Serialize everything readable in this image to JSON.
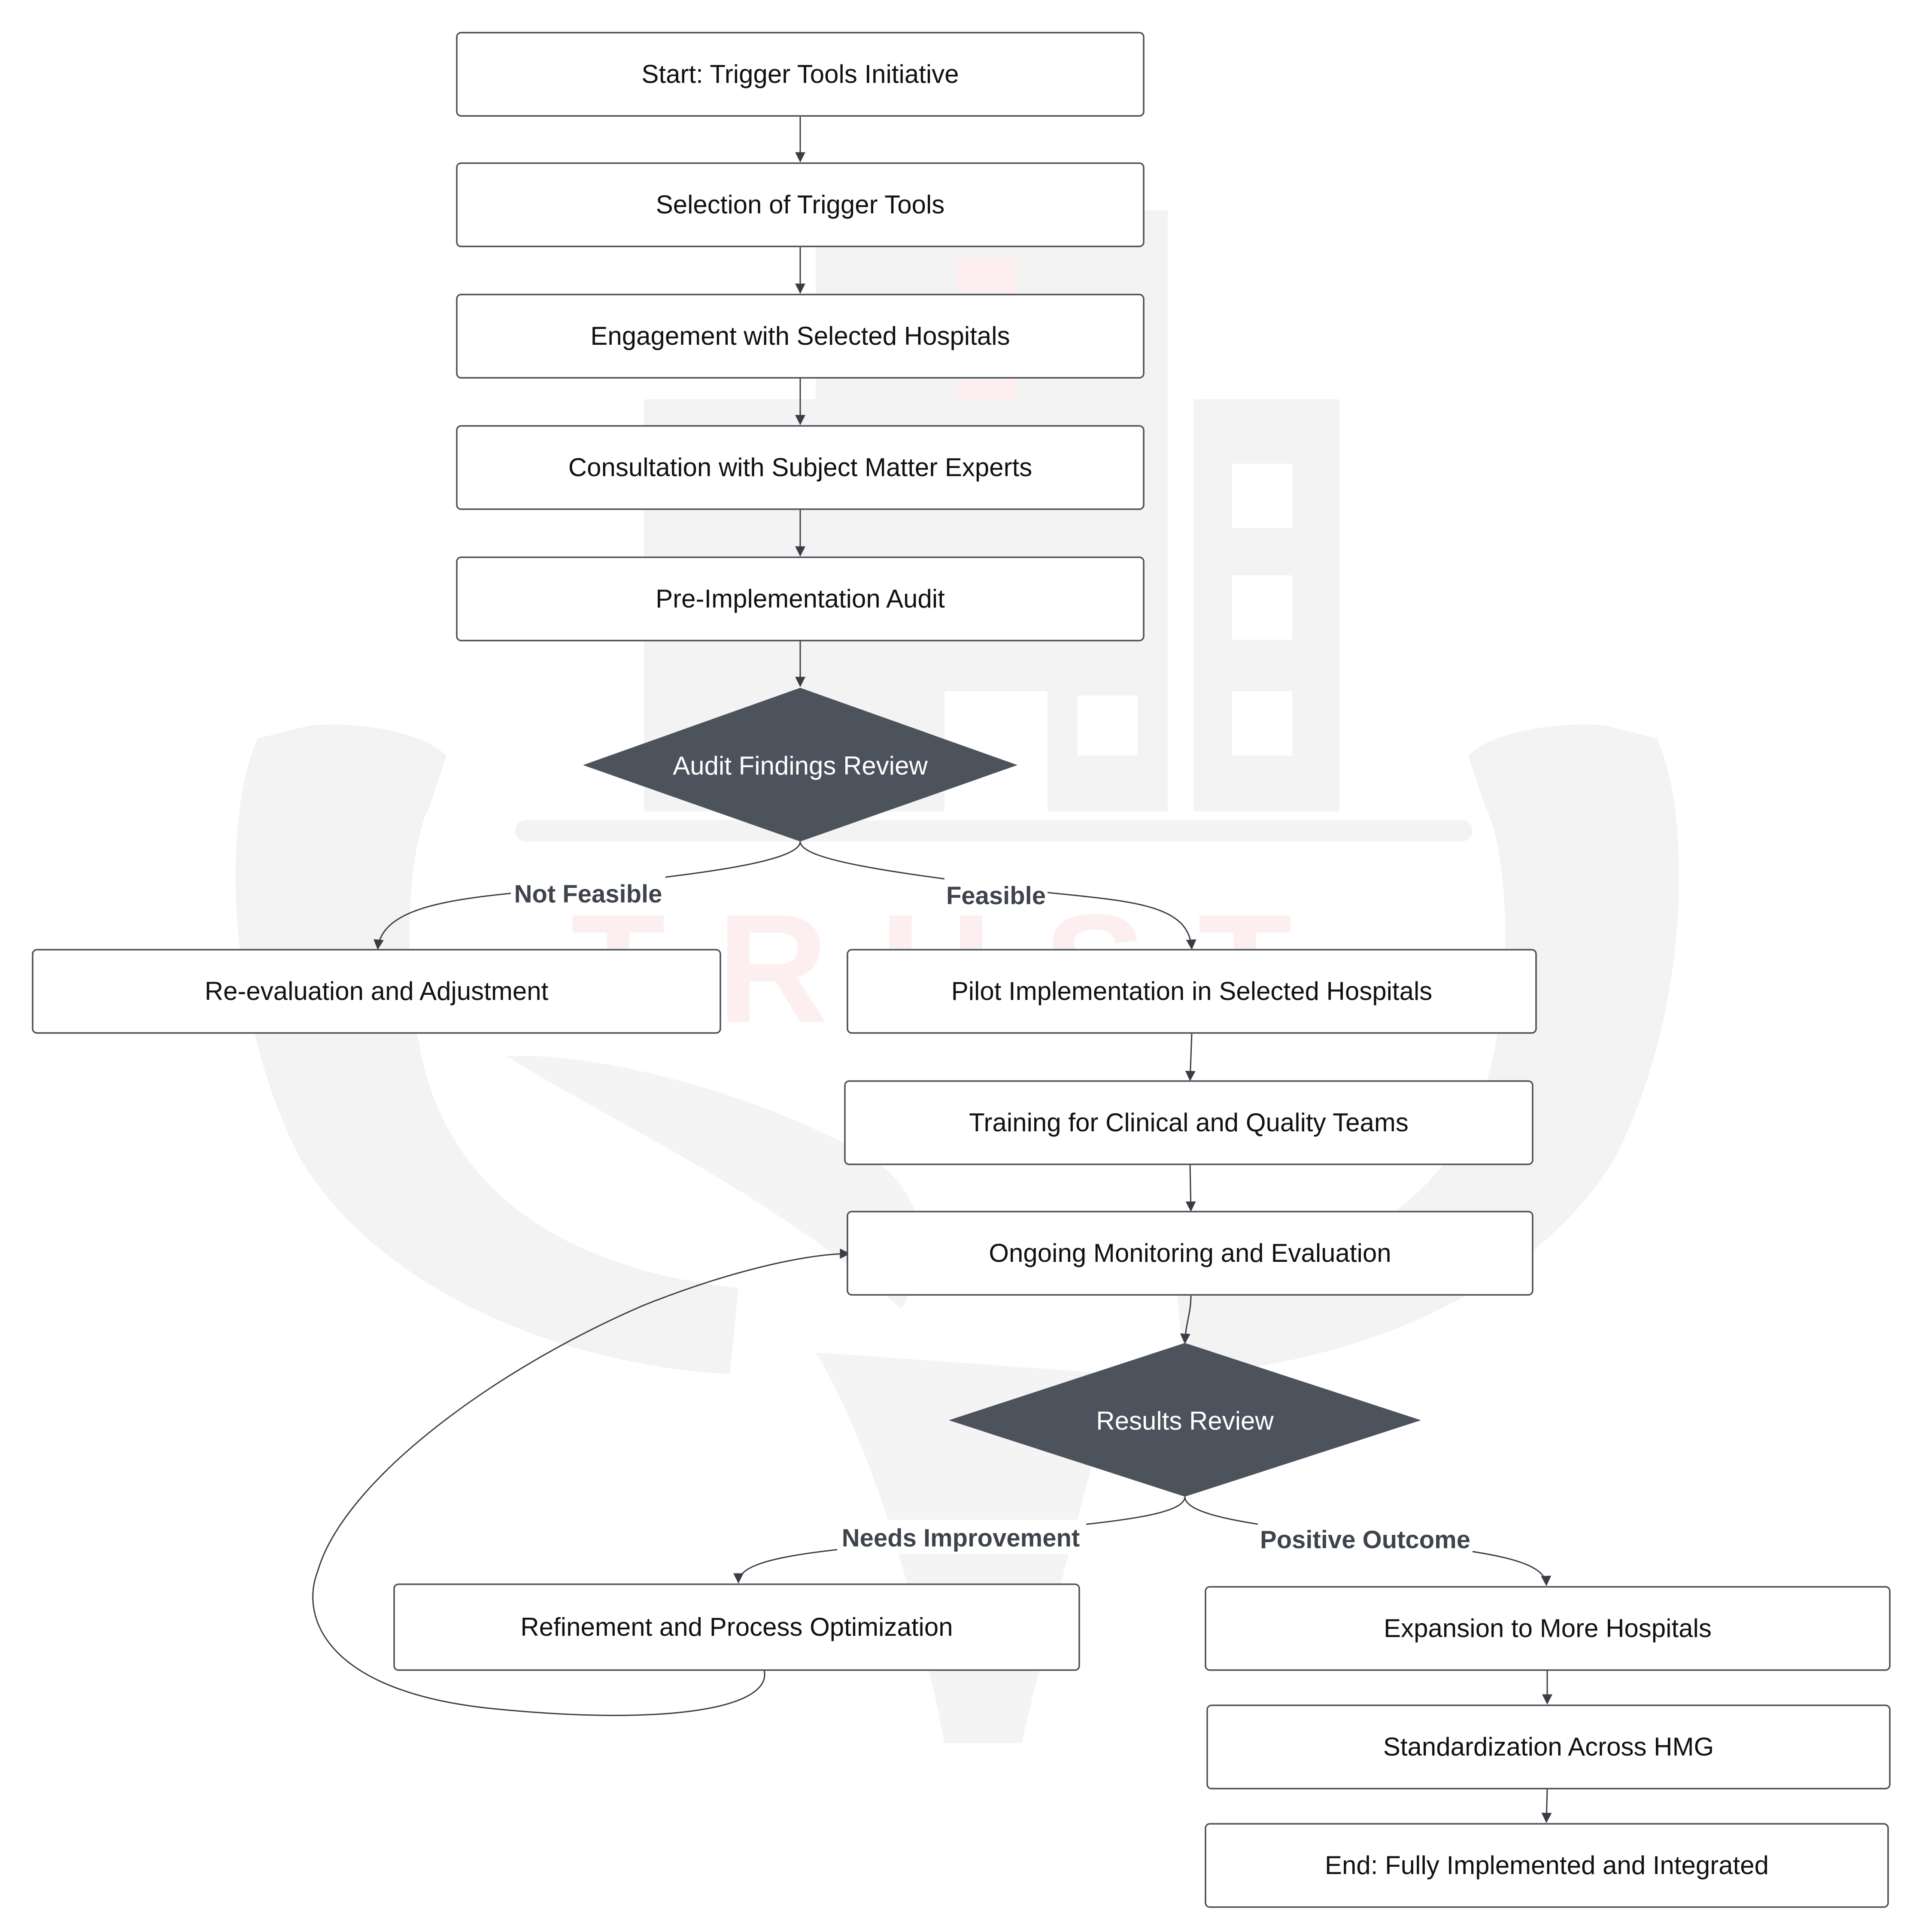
{
  "diagram": {
    "nodes": {
      "start": "Start: Trigger Tools Initiative",
      "selection": "Selection of Trigger Tools",
      "engagement": "Engagement with Selected Hospitals",
      "consultation": "Consultation with Subject Matter Experts",
      "pre_audit": "Pre-Implementation Audit",
      "audit_review": "Audit Findings Review",
      "reevaluation": "Re-evaluation and Adjustment",
      "pilot": "Pilot Implementation in Selected Hospitals",
      "training": "Training for Clinical and Quality Teams",
      "monitoring": "Ongoing Monitoring and Evaluation",
      "results_review": "Results Review",
      "refinement": "Refinement and Process Optimization",
      "expansion": "Expansion to More Hospitals",
      "standardization": "Standardization Across HMG",
      "end": "End: Fully Implemented and Integrated"
    },
    "edge_labels": {
      "not_feasible": "Not Feasible",
      "feasible": "Feasible",
      "needs_improvement": "Needs Improvement",
      "positive_outcome": "Positive Outcome"
    },
    "watermark_text": "TRUST",
    "colors": {
      "decision_fill": "#4d535d",
      "node_border": "#4b4f59",
      "edge_stroke": "#3a3d45",
      "watermark_gray": "#f3f3f3",
      "watermark_red": "#fdeff0"
    }
  }
}
